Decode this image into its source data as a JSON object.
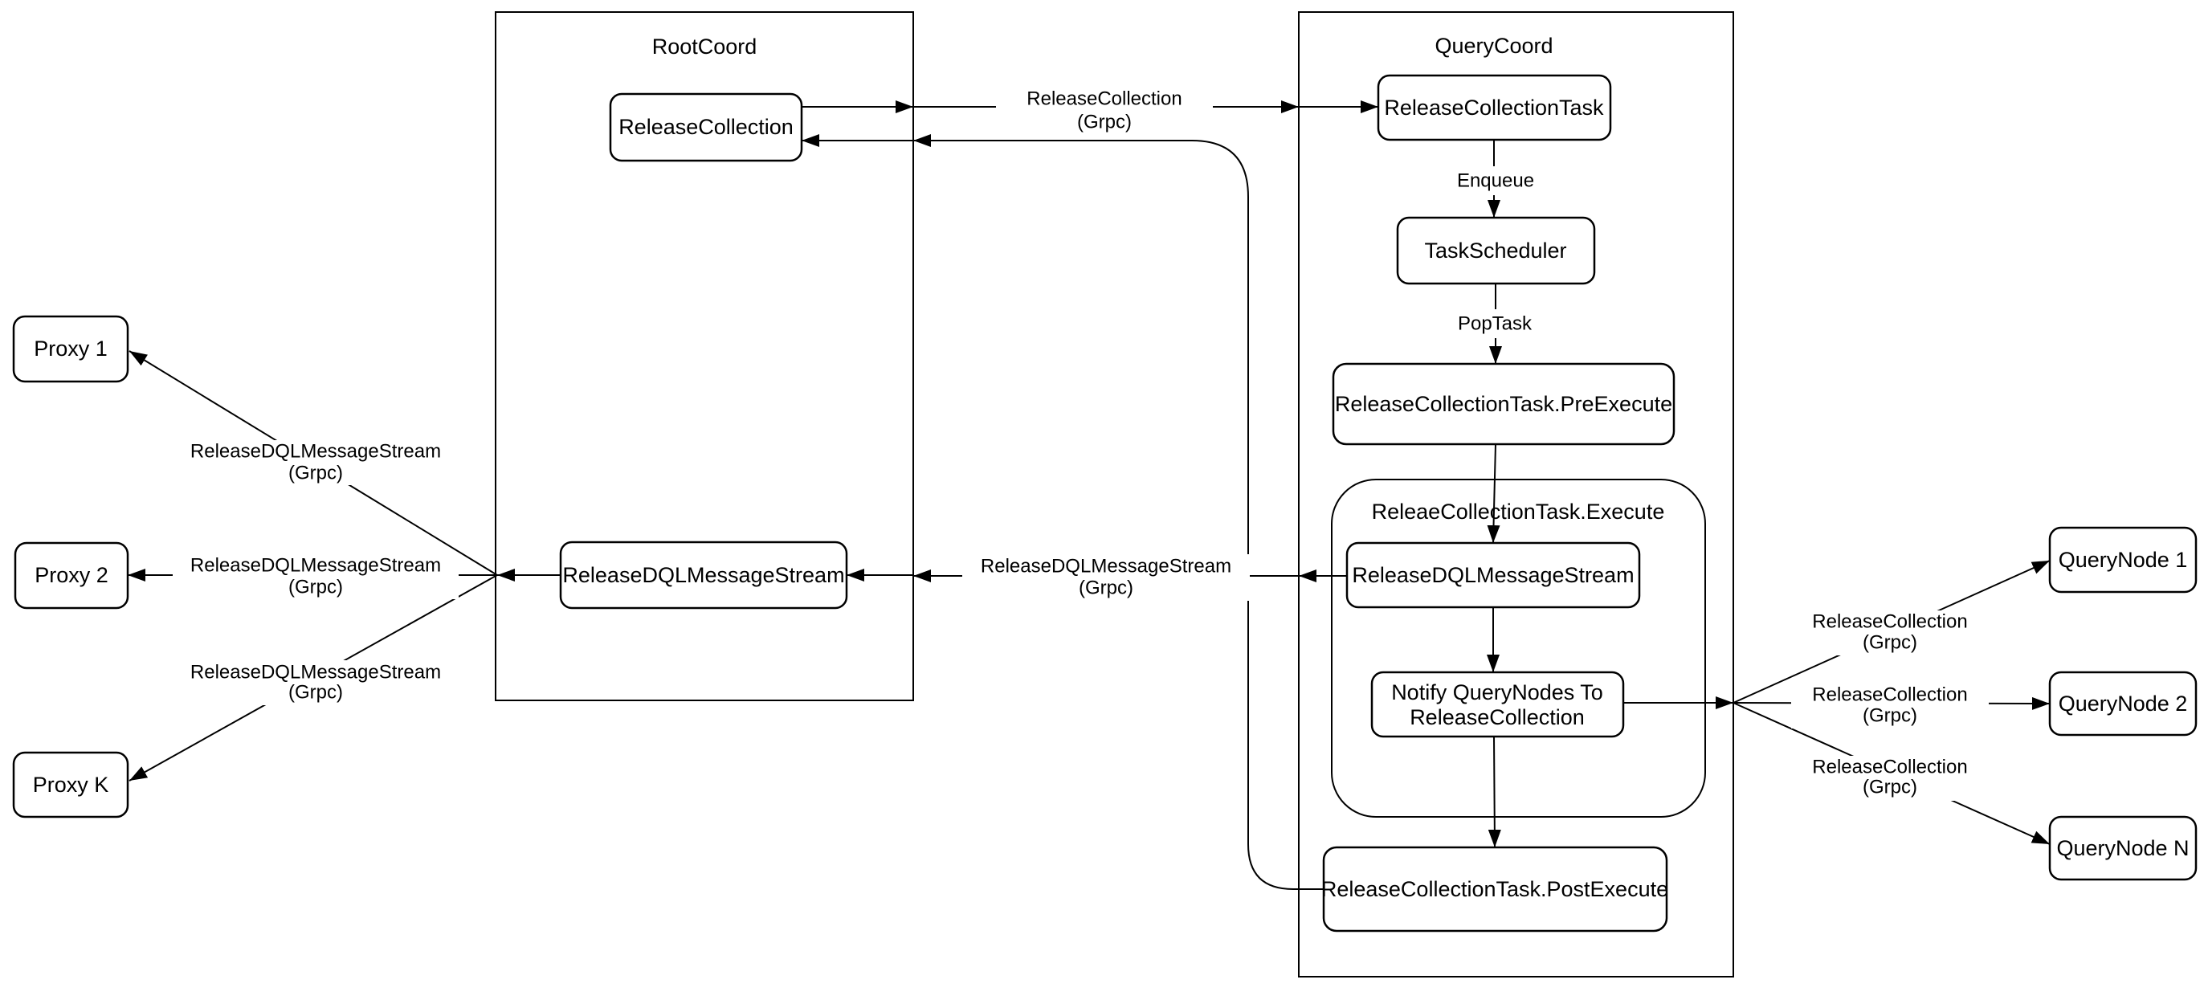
{
  "colors": {
    "stroke": "#000000",
    "background": "#ffffff",
    "text": "#000000"
  },
  "containers": {
    "rootcoord": {
      "label": "RootCoord"
    },
    "querycoord": {
      "label": "QueryCoord"
    },
    "execute_group": {
      "label": "ReleaeCollectionTask.Execute"
    }
  },
  "nodes": {
    "release_collection": {
      "label": "ReleaseCollection"
    },
    "root_dql_stream": {
      "label": "ReleaseDQLMessageStream"
    },
    "release_collection_task": {
      "label": "ReleaseCollectionTask"
    },
    "task_scheduler": {
      "label": "TaskScheduler"
    },
    "pre_execute": {
      "label": "ReleaseCollectionTask.PreExecute"
    },
    "exec_dql_stream": {
      "label": "ReleaseDQLMessageStream"
    },
    "notify_querynodes": {
      "line1": "Notify QueryNodes To",
      "line2": "ReleaseCollection"
    },
    "post_execute": {
      "label": "ReleaseCollectionTask.PostExecute"
    },
    "proxy_1": {
      "label": "Proxy 1"
    },
    "proxy_2": {
      "label": "Proxy 2"
    },
    "proxy_k": {
      "label": "Proxy K"
    },
    "querynode_1": {
      "label": "QueryNode 1"
    },
    "querynode_2": {
      "label": "QueryNode 2"
    },
    "querynode_n": {
      "label": "QueryNode N"
    }
  },
  "edge_labels": {
    "enqueue": {
      "text": "Enqueue"
    },
    "pop_task": {
      "text": "PopTask"
    },
    "root_to_query": {
      "line1": "ReleaseCollection",
      "line2": "(Grpc)"
    },
    "query_to_root_dql": {
      "line1": "ReleaseDQLMessageStream",
      "line2": "(Grpc)"
    },
    "to_proxy_1": {
      "line1": "ReleaseDQLMessageStream",
      "line2": "(Grpc)"
    },
    "to_proxy_2": {
      "line1": "ReleaseDQLMessageStream",
      "line2": "(Grpc)"
    },
    "to_proxy_k": {
      "line1": "ReleaseDQLMessageStream",
      "line2": "(Grpc)"
    },
    "to_querynode_1": {
      "line1": "ReleaseCollection",
      "line2": "(Grpc)"
    },
    "to_querynode_2": {
      "line1": "ReleaseCollection",
      "line2": "(Grpc)"
    },
    "to_querynode_n": {
      "line1": "ReleaseCollection",
      "line2": "(Grpc)"
    }
  }
}
